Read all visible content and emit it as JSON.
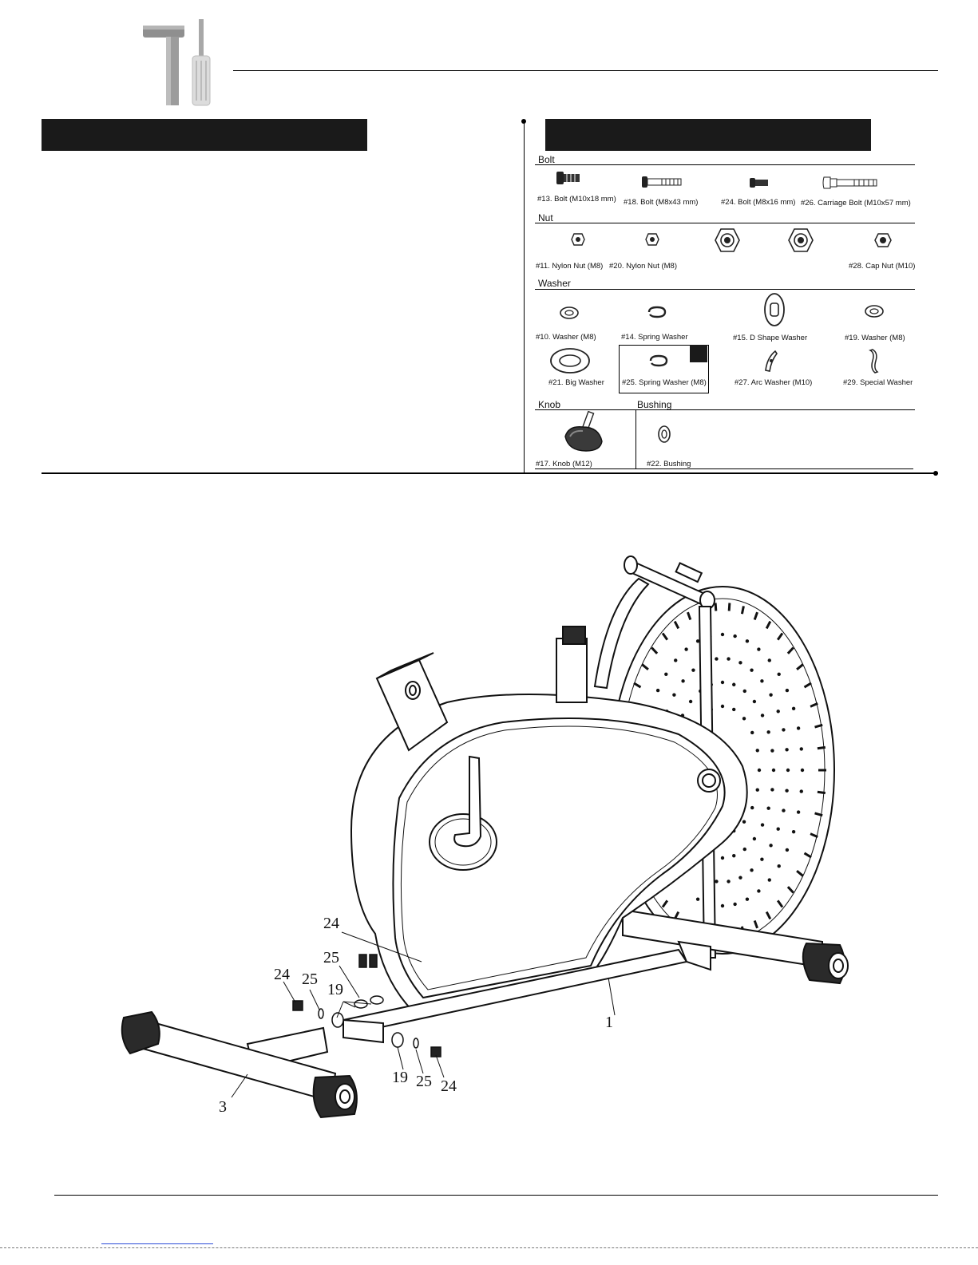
{
  "hardware": {
    "sections": {
      "bolt": "Bolt",
      "nut": "Nut",
      "washer": "Washer",
      "knob": "Knob",
      "bushing": "Bushing"
    },
    "parts": {
      "bolt13": "#13. Bolt (M10x18 mm)",
      "bolt18": "#18. Bolt (M8x43 mm)",
      "bolt24": "#24. Bolt (M8x16 mm)",
      "bolt26": "#26. Carriage Bolt (M10x57 mm)",
      "nut11": "#11. Nylon Nut (M8)",
      "nut20": "#20. Nylon Nut (M8)",
      "nut28": "#28. Cap Nut (M10)",
      "washer10": "#10. Washer (M8)",
      "washer14": "#14. Spring Washer",
      "washer15": "#15. D Shape Washer",
      "washer19": "#19. Washer (M8)",
      "washer21": "#21. Big Washer",
      "washer25": "#25. Spring Washer (M8)",
      "washer27": "#27. Arc Washer (M10)",
      "washer29": "#29. Special Washer",
      "knob17": "#17. Knob (M12)",
      "bushing22": "#22. Bushing"
    }
  },
  "callouts": {
    "c24a": "24",
    "c25a": "25",
    "c24b": "24",
    "c25b": "25",
    "c19a": "19",
    "c1": "1",
    "c19b": "19",
    "c25c": "25",
    "c24c": "24",
    "c3": "3"
  }
}
